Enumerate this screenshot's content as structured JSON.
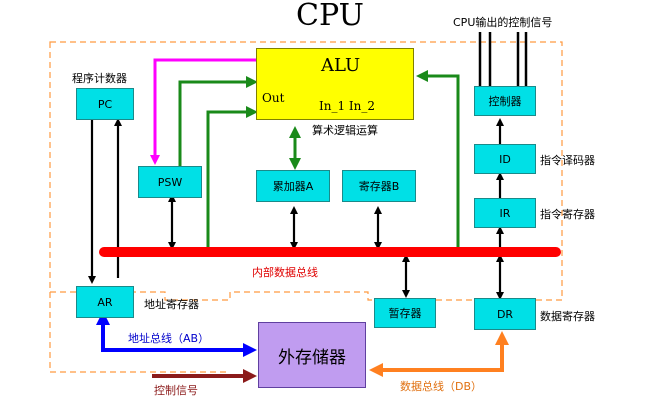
{
  "title": "CPU",
  "alu": {
    "name": "ALU",
    "out": "Out",
    "inputs": "In_1 In_2",
    "caption": "算术逻辑运算"
  },
  "registers": {
    "pc": {
      "label": "PC",
      "caption": "程序计数器"
    },
    "psw": {
      "label": "PSW"
    },
    "acc": {
      "label": "累加器A"
    },
    "regb": {
      "label": "寄存器B"
    },
    "controller": {
      "label": "控制器",
      "caption": "CPU输出的控制信号"
    },
    "id": {
      "label": "ID",
      "caption": "指令译码器"
    },
    "ir": {
      "label": "IR",
      "caption": "指令寄存器"
    },
    "ar": {
      "label": "AR",
      "caption": "地址寄存器"
    },
    "temp": {
      "label": "暂存器"
    },
    "dr": {
      "label": "DR",
      "caption": "数据寄存器"
    }
  },
  "internal_bus": {
    "label": "内部数据总线"
  },
  "memory": {
    "label": "外存储器"
  },
  "buses": {
    "address": "地址总线（AB）",
    "control": "控制信号",
    "data": "数据总线（DB）"
  },
  "colors": {
    "box_fill": "#00e0e6",
    "alu_fill": "#ffff00",
    "memory_fill": "#c09cf0",
    "internal_bus": "#ff0000",
    "address_bus": "#0000ff",
    "control_bus": "#8b1a1a",
    "data_bus": "#ff8020",
    "green_path": "#1a8a1a",
    "psw_link": "#ff00ff",
    "dashed_border": "#ff9a40"
  }
}
